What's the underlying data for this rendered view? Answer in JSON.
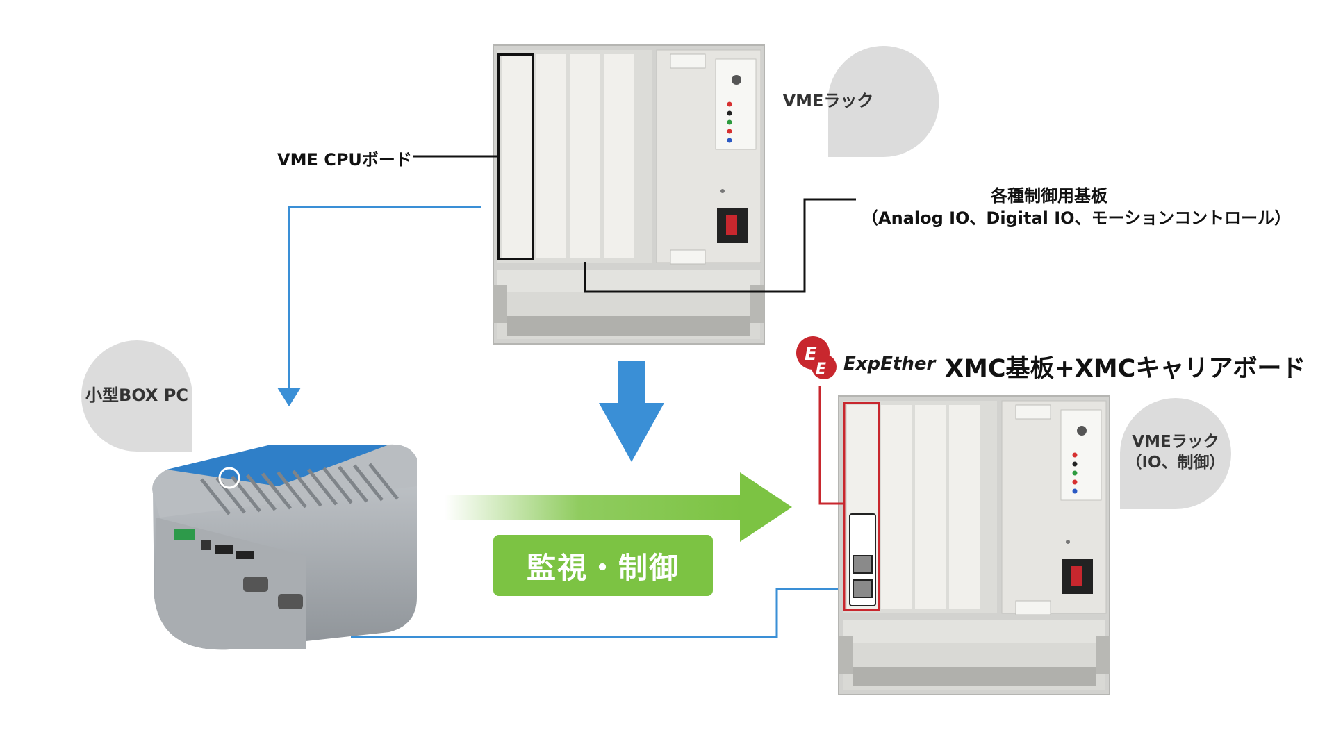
{
  "labels": {
    "vme_cpu_board": "VME CPUボード",
    "control_boards_title": "各種制御用基板",
    "control_boards_detail": "（Analog IO、Digital IO、モーションコントロール）",
    "xmc_title": "XMC基板+XMCキャリアボード",
    "monitor_control": "監視・制御"
  },
  "bubbles": {
    "vme_rack": "VMEラック",
    "box_pc": "小型BOX PC",
    "vme_rack_io_line1": "VMEラック",
    "vme_rack_io_line2": "（IO、制御）"
  },
  "brand": {
    "logo_text": "ExpEther",
    "logo_letter": "E"
  },
  "colors": {
    "blue_line": "#3a8fd6",
    "green_arrow": "#7cc343",
    "red_outline": "#c8272e",
    "bubble_gray": "#dcdcdc",
    "rack_panel": "#eeede8",
    "rack_frame": "#c9c9c6"
  }
}
